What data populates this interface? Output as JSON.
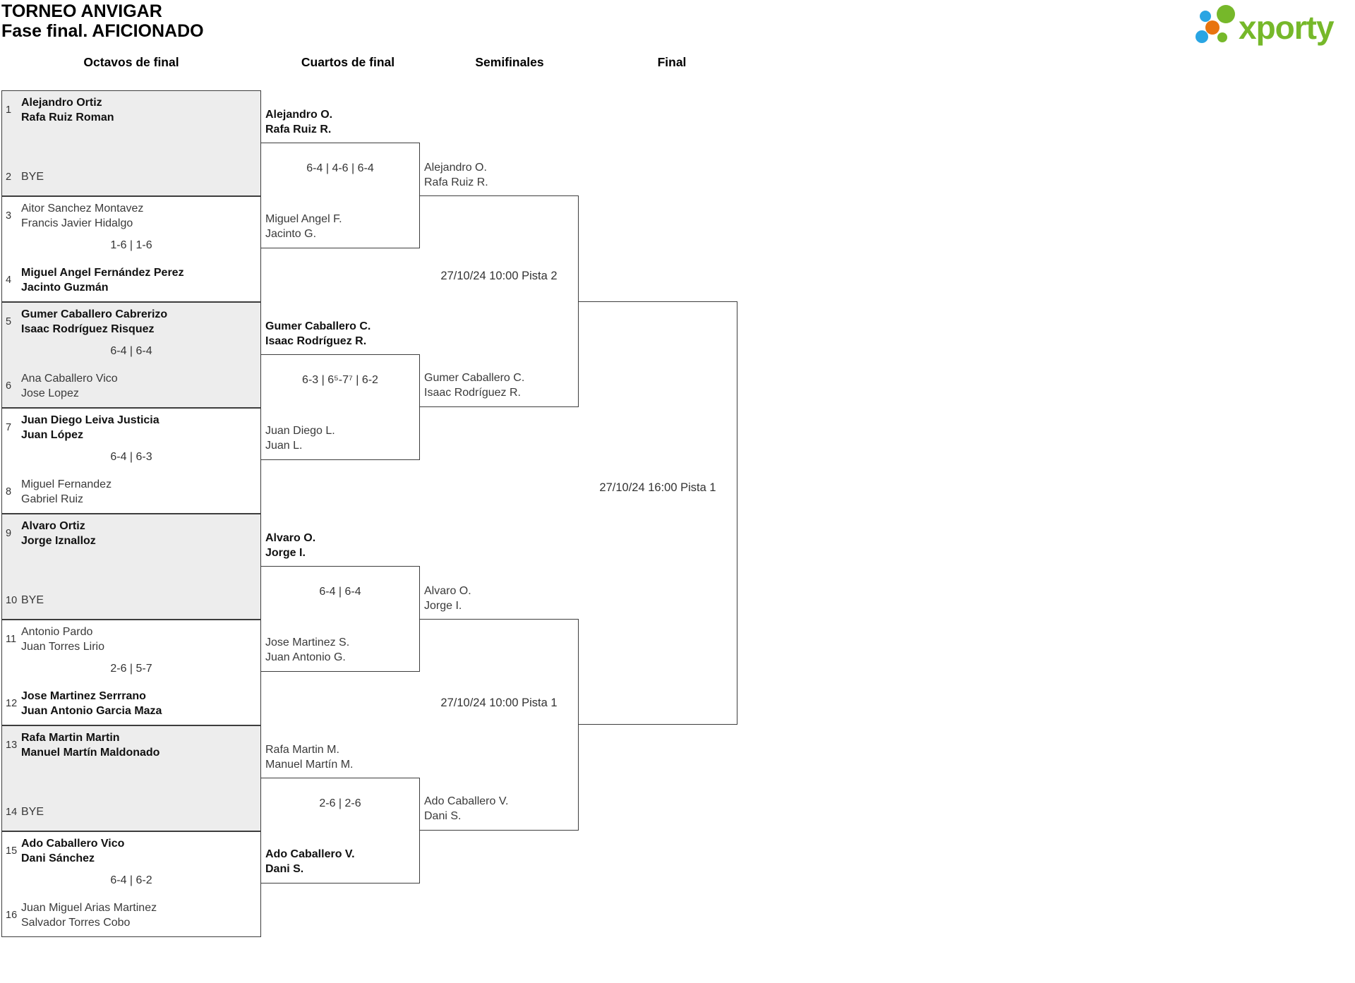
{
  "header": {
    "title_line1": "TORNEO ANVIGAR",
    "title_line2": "Fase final. AFICIONADO"
  },
  "logo": {
    "wordmark": "xporty",
    "green": "#76b82a",
    "blue": "#29a5e3",
    "orange": "#e8740e"
  },
  "rounds": {
    "octavos_label": "Octavos de final",
    "cuartos_label": "Cuartos de final",
    "semifinales_label": "Semifinales",
    "final_label": "Final"
  },
  "octavos": [
    {
      "top": {
        "seed": "1",
        "players": [
          "Alejandro Ortiz",
          "Rafa Ruiz Roman"
        ],
        "winner": true
      },
      "score": "",
      "bottom": {
        "seed": "2",
        "players": [
          "BYE"
        ],
        "winner": false
      }
    },
    {
      "top": {
        "seed": "3",
        "players": [
          "Aitor Sanchez Montavez",
          "Francis Javier Hidalgo"
        ],
        "winner": false
      },
      "score": "1-6 | 1-6",
      "bottom": {
        "seed": "4",
        "players": [
          "Miguel Angel Fernández Perez",
          "Jacinto Guzmán"
        ],
        "winner": true
      }
    },
    {
      "top": {
        "seed": "5",
        "players": [
          "Gumer Caballero Cabrerizo",
          "Isaac Rodríguez Risquez"
        ],
        "winner": true
      },
      "score": "6-4 | 6-4",
      "bottom": {
        "seed": "6",
        "players": [
          "Ana Caballero Vico",
          "Jose Lopez"
        ],
        "winner": false
      }
    },
    {
      "top": {
        "seed": "7",
        "players": [
          "Juan Diego Leiva Justicia",
          "Juan López"
        ],
        "winner": true
      },
      "score": "6-4 | 6-3",
      "bottom": {
        "seed": "8",
        "players": [
          "Miguel Fernandez",
          "Gabriel Ruiz"
        ],
        "winner": false
      }
    },
    {
      "top": {
        "seed": "9",
        "players": [
          "Alvaro Ortiz",
          "Jorge Iznalloz"
        ],
        "winner": true
      },
      "score": "",
      "bottom": {
        "seed": "10",
        "players": [
          "BYE"
        ],
        "winner": false
      }
    },
    {
      "top": {
        "seed": "11",
        "players": [
          "Antonio Pardo",
          "Juan Torres Lirio"
        ],
        "winner": false
      },
      "score": "2-6 | 5-7",
      "bottom": {
        "seed": "12",
        "players": [
          "Jose Martinez Serrrano",
          "Juan Antonio Garcia Maza"
        ],
        "winner": true
      }
    },
    {
      "top": {
        "seed": "13",
        "players": [
          "Rafa Martin Martin",
          "Manuel Martín Maldonado"
        ],
        "winner": true
      },
      "score": "",
      "bottom": {
        "seed": "14",
        "players": [
          "BYE"
        ],
        "winner": false
      }
    },
    {
      "top": {
        "seed": "15",
        "players": [
          "Ado Caballero Vico",
          "Dani Sánchez"
        ],
        "winner": true
      },
      "score": "6-4 | 6-2",
      "bottom": {
        "seed": "16",
        "players": [
          "Juan Miguel Arias Martinez",
          "Salvador Torres Cobo"
        ],
        "winner": false
      }
    }
  ],
  "cuartos": [
    {
      "upper": {
        "players": [
          "Alejandro O.",
          "Rafa Ruiz R."
        ],
        "winner": true
      },
      "score": "6-4 | 4-6 | 6-4",
      "lower": {
        "players": [
          "Miguel Angel F.",
          "Jacinto G."
        ],
        "winner": false
      }
    },
    {
      "upper": {
        "players": [
          "Gumer Caballero C.",
          "Isaac Rodríguez R."
        ],
        "winner": true
      },
      "score": "6-3 | 6⁵-7⁷ | 6-2",
      "lower": {
        "players": [
          "Juan Diego L.",
          "Juan L."
        ],
        "winner": false
      }
    },
    {
      "upper": {
        "players": [
          "Alvaro O.",
          "Jorge I."
        ],
        "winner": true
      },
      "score": "6-4 | 6-4",
      "lower": {
        "players": [
          "Jose Martinez S.",
          "Juan Antonio G."
        ],
        "winner": false
      }
    },
    {
      "upper": {
        "players": [
          "Rafa Martin M.",
          "Manuel Martín M."
        ],
        "winner": false
      },
      "score": "2-6 | 2-6",
      "lower": {
        "players": [
          "Ado Caballero V.",
          "Dani S."
        ],
        "winner": true
      }
    }
  ],
  "semifinales": [
    {
      "upper": {
        "players": [
          "Alejandro O.",
          "Rafa Ruiz R."
        ],
        "winner": false
      },
      "schedule": "27/10/24 10:00 Pista 2",
      "lower": {
        "players": [
          "Gumer Caballero C.",
          "Isaac Rodríguez R."
        ],
        "winner": false
      }
    },
    {
      "upper": {
        "players": [
          "Alvaro O.",
          "Jorge I."
        ],
        "winner": false
      },
      "schedule": "27/10/24 10:00 Pista 1",
      "lower": {
        "players": [
          "Ado Caballero V.",
          "Dani S."
        ],
        "winner": false
      }
    }
  ],
  "final": {
    "schedule": "27/10/24 16:00 Pista 1"
  }
}
